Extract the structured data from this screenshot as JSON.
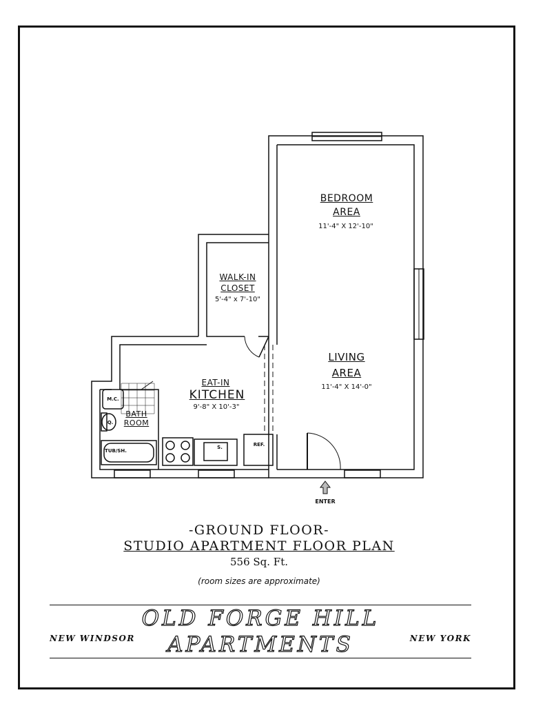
{
  "rooms": {
    "bedroom": {
      "name_line1": "BEDROOM",
      "name_line2": "AREA",
      "dims": "11'-4\" X 12'-10\""
    },
    "closet": {
      "name_line1": "WALK-IN",
      "name_line2": "CLOSET",
      "dims": "5'-4\" x 7'-10\""
    },
    "living": {
      "name_line1": "LIVING",
      "name_line2": "AREA",
      "dims": "11'-4\" X 14'-0\""
    },
    "kitchen": {
      "name_line1": "EAT-IN",
      "name_line2": "KITCHEN",
      "dims": "9'-8\" X 10'-3\""
    },
    "bath": {
      "name_line1": "BATH",
      "name_line2": "ROOM"
    }
  },
  "fixtures": {
    "linen_closet": "M.C.",
    "toilet": "Q.",
    "tub": "TUB/SH.",
    "sink": "S.",
    "refrigerator": "REF."
  },
  "entry_label": "ENTER",
  "titles": {
    "floor": "-GROUND FLOOR-",
    "plan": "STUDIO APARTMENT FLOOR PLAN",
    "area": "556 Sq. Ft.",
    "note": "(room sizes are approximate)"
  },
  "brand": {
    "name": "OLD FORGE HILL APARTMENTS",
    "city": "NEW WINDSOR",
    "state": "NEW YORK"
  }
}
